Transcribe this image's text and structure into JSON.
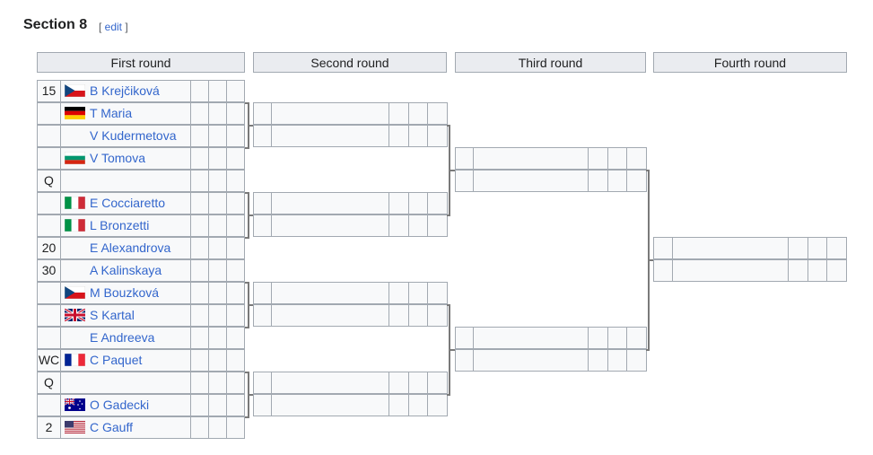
{
  "section": {
    "title": "Section 8",
    "edit_open": "[ ",
    "edit": "edit",
    "edit_close": " ]"
  },
  "rounds": [
    "First round",
    "Second round",
    "Third round",
    "Fourth round"
  ],
  "first_round": [
    {
      "seed": "15",
      "flag": "czech-flag-icon",
      "name": "B Krejčiková"
    },
    {
      "seed": "",
      "flag": "german-flag-icon",
      "name": "T Maria"
    },
    {
      "seed": "",
      "flag": "",
      "name": "V Kudermetova"
    },
    {
      "seed": "",
      "flag": "bulgarian-flag-icon",
      "name": "V Tomova"
    },
    {
      "seed": "Q",
      "flag": "",
      "name": ""
    },
    {
      "seed": "",
      "flag": "italian-flag-icon",
      "name": "E Cocciaretto"
    },
    {
      "seed": "",
      "flag": "italian-flag-icon",
      "name": "L Bronzetti"
    },
    {
      "seed": "20",
      "flag": "",
      "name": "E Alexandrova"
    },
    {
      "seed": "30",
      "flag": "",
      "name": "A Kalinskaya"
    },
    {
      "seed": "",
      "flag": "czech-flag-icon",
      "name": "M Bouzková"
    },
    {
      "seed": "",
      "flag": "british-flag-icon",
      "name": "S Kartal"
    },
    {
      "seed": "",
      "flag": "",
      "name": "E Andreeva"
    },
    {
      "seed": "WC",
      "flag": "french-flag-icon",
      "name": "C Paquet"
    },
    {
      "seed": "Q",
      "flag": "",
      "name": ""
    },
    {
      "seed": "",
      "flag": "australian-flag-icon",
      "name": "O Gadecki"
    },
    {
      "seed": "2",
      "flag": "us-flag-icon",
      "name": "C Gauff"
    }
  ]
}
